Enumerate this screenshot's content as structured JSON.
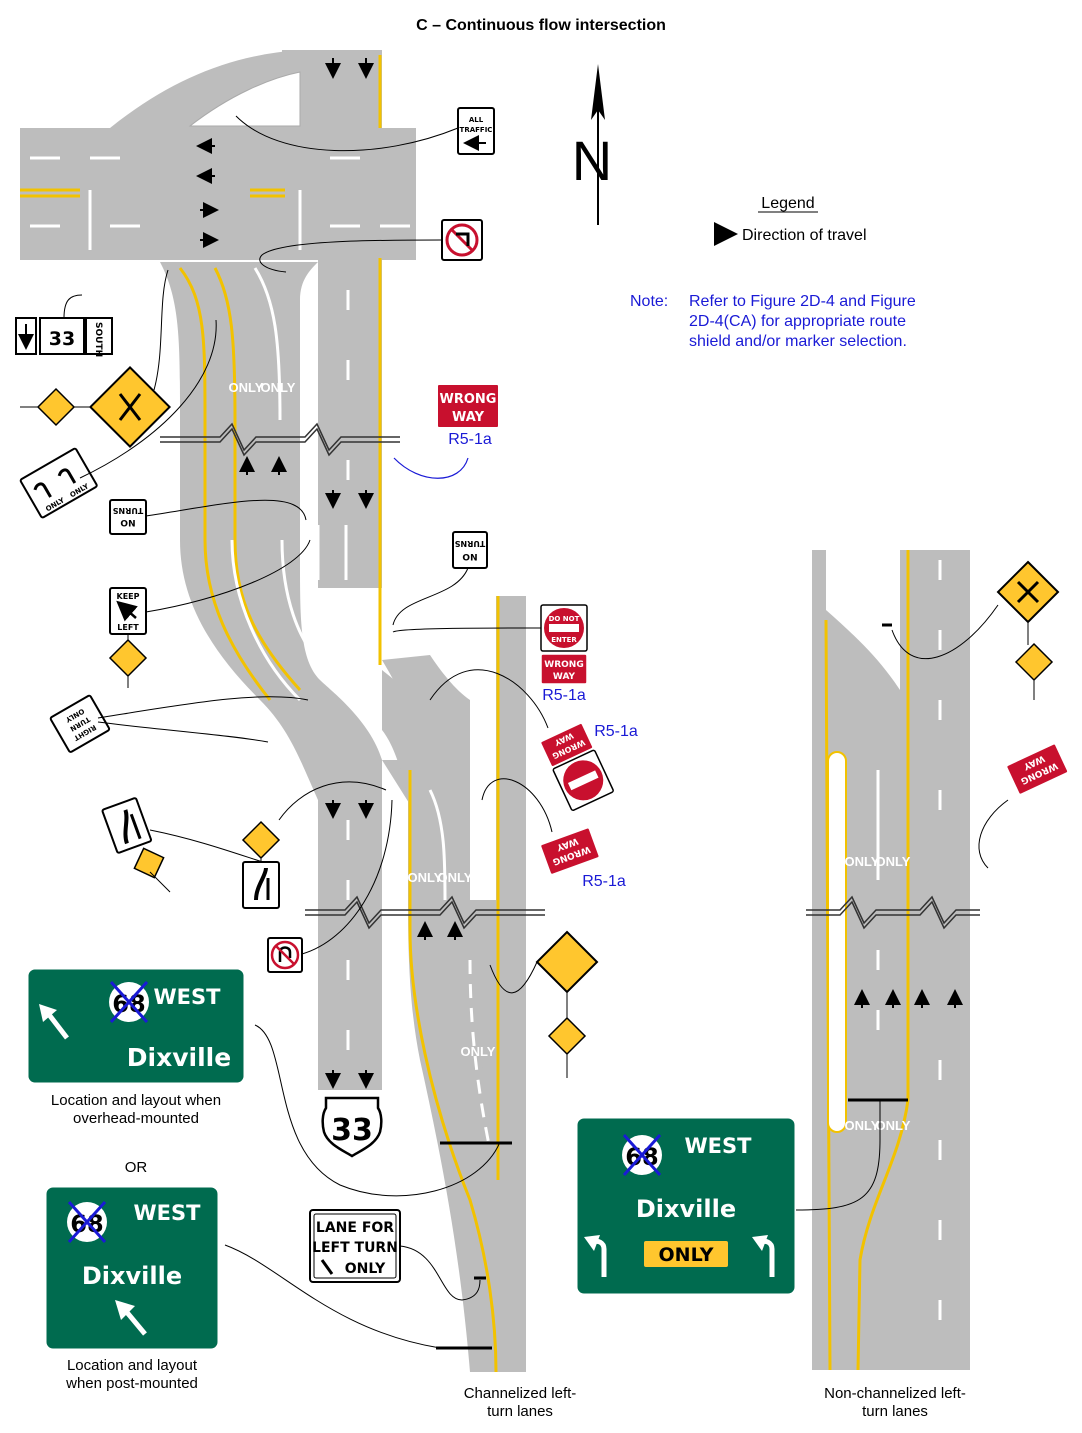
{
  "title": "C – Continuous flow intersection",
  "legend": {
    "heading": "Legend",
    "item": "Direction of travel"
  },
  "north": "N",
  "note": {
    "label": "Note:",
    "lines": [
      "Refer to Figure 2D-4 and Figure",
      "2D-4(CA) for appropriate route",
      "shield and/or marker selection."
    ]
  },
  "codes": {
    "r5_1a": "R5-1a"
  },
  "signs": {
    "all_traffic": [
      "ALL",
      "TRAFFIC"
    ],
    "wrong_way": [
      "WRONG",
      "WAY"
    ],
    "do_not_enter": [
      "DO NOT",
      "ENTER"
    ],
    "no_turns": [
      "NO",
      "TURNS"
    ],
    "keep_left": [
      "KEEP",
      "LEFT"
    ],
    "right_turn_only": [
      "RIGHT",
      "TURN",
      "ONLY"
    ],
    "only": "ONLY",
    "south": "SOUTH",
    "route": "33",
    "lane_for_left_turn": [
      "LANE FOR",
      "LEFT TURN",
      "ONLY"
    ]
  },
  "guide_signs": {
    "route_crossed": "68",
    "direction": "WEST",
    "destination": "Dixville",
    "only_panel": "ONLY"
  },
  "pavement_marking": "ONLY",
  "captions": {
    "overhead": [
      "Location and layout when",
      "overhead-mounted"
    ],
    "or": "OR",
    "post": [
      "Location and layout",
      "when post-mounted"
    ],
    "channelized": [
      "Channelized left-",
      "turn lanes"
    ],
    "nonchannelized": [
      "Non-channelized left-",
      "turn lanes"
    ]
  },
  "colors": {
    "pavement": "#bdbdbd",
    "yellow_line": "#f2c200",
    "guide_green": "#006b4f",
    "regulatory_red": "#c8102e",
    "warning_yellow": "#ffc62e",
    "note_blue": "#1a1ad6"
  }
}
